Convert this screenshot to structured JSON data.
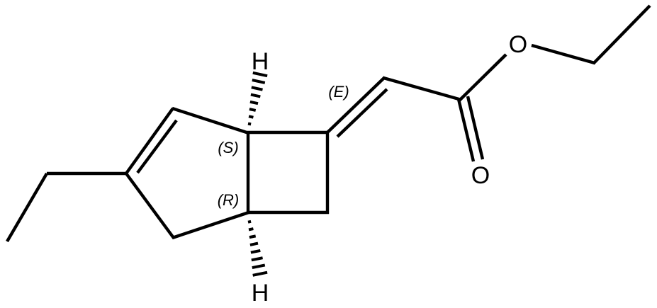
{
  "molecule": {
    "description": "ethyl (E)-2-[(1R,5S)-3-ethylbicyclo[3.2.0]hept-3-en-6-ylidene]acetate",
    "atom_labels": {
      "h_top": "H",
      "h_bottom": "H",
      "o_ester": "O",
      "o_carbonyl": "O"
    },
    "stereo_labels": {
      "s_center": "(S)",
      "r_center": "(R)",
      "e_bond": "(E)"
    },
    "colors": {
      "bond": "#000000",
      "background": "#ffffff"
    }
  }
}
